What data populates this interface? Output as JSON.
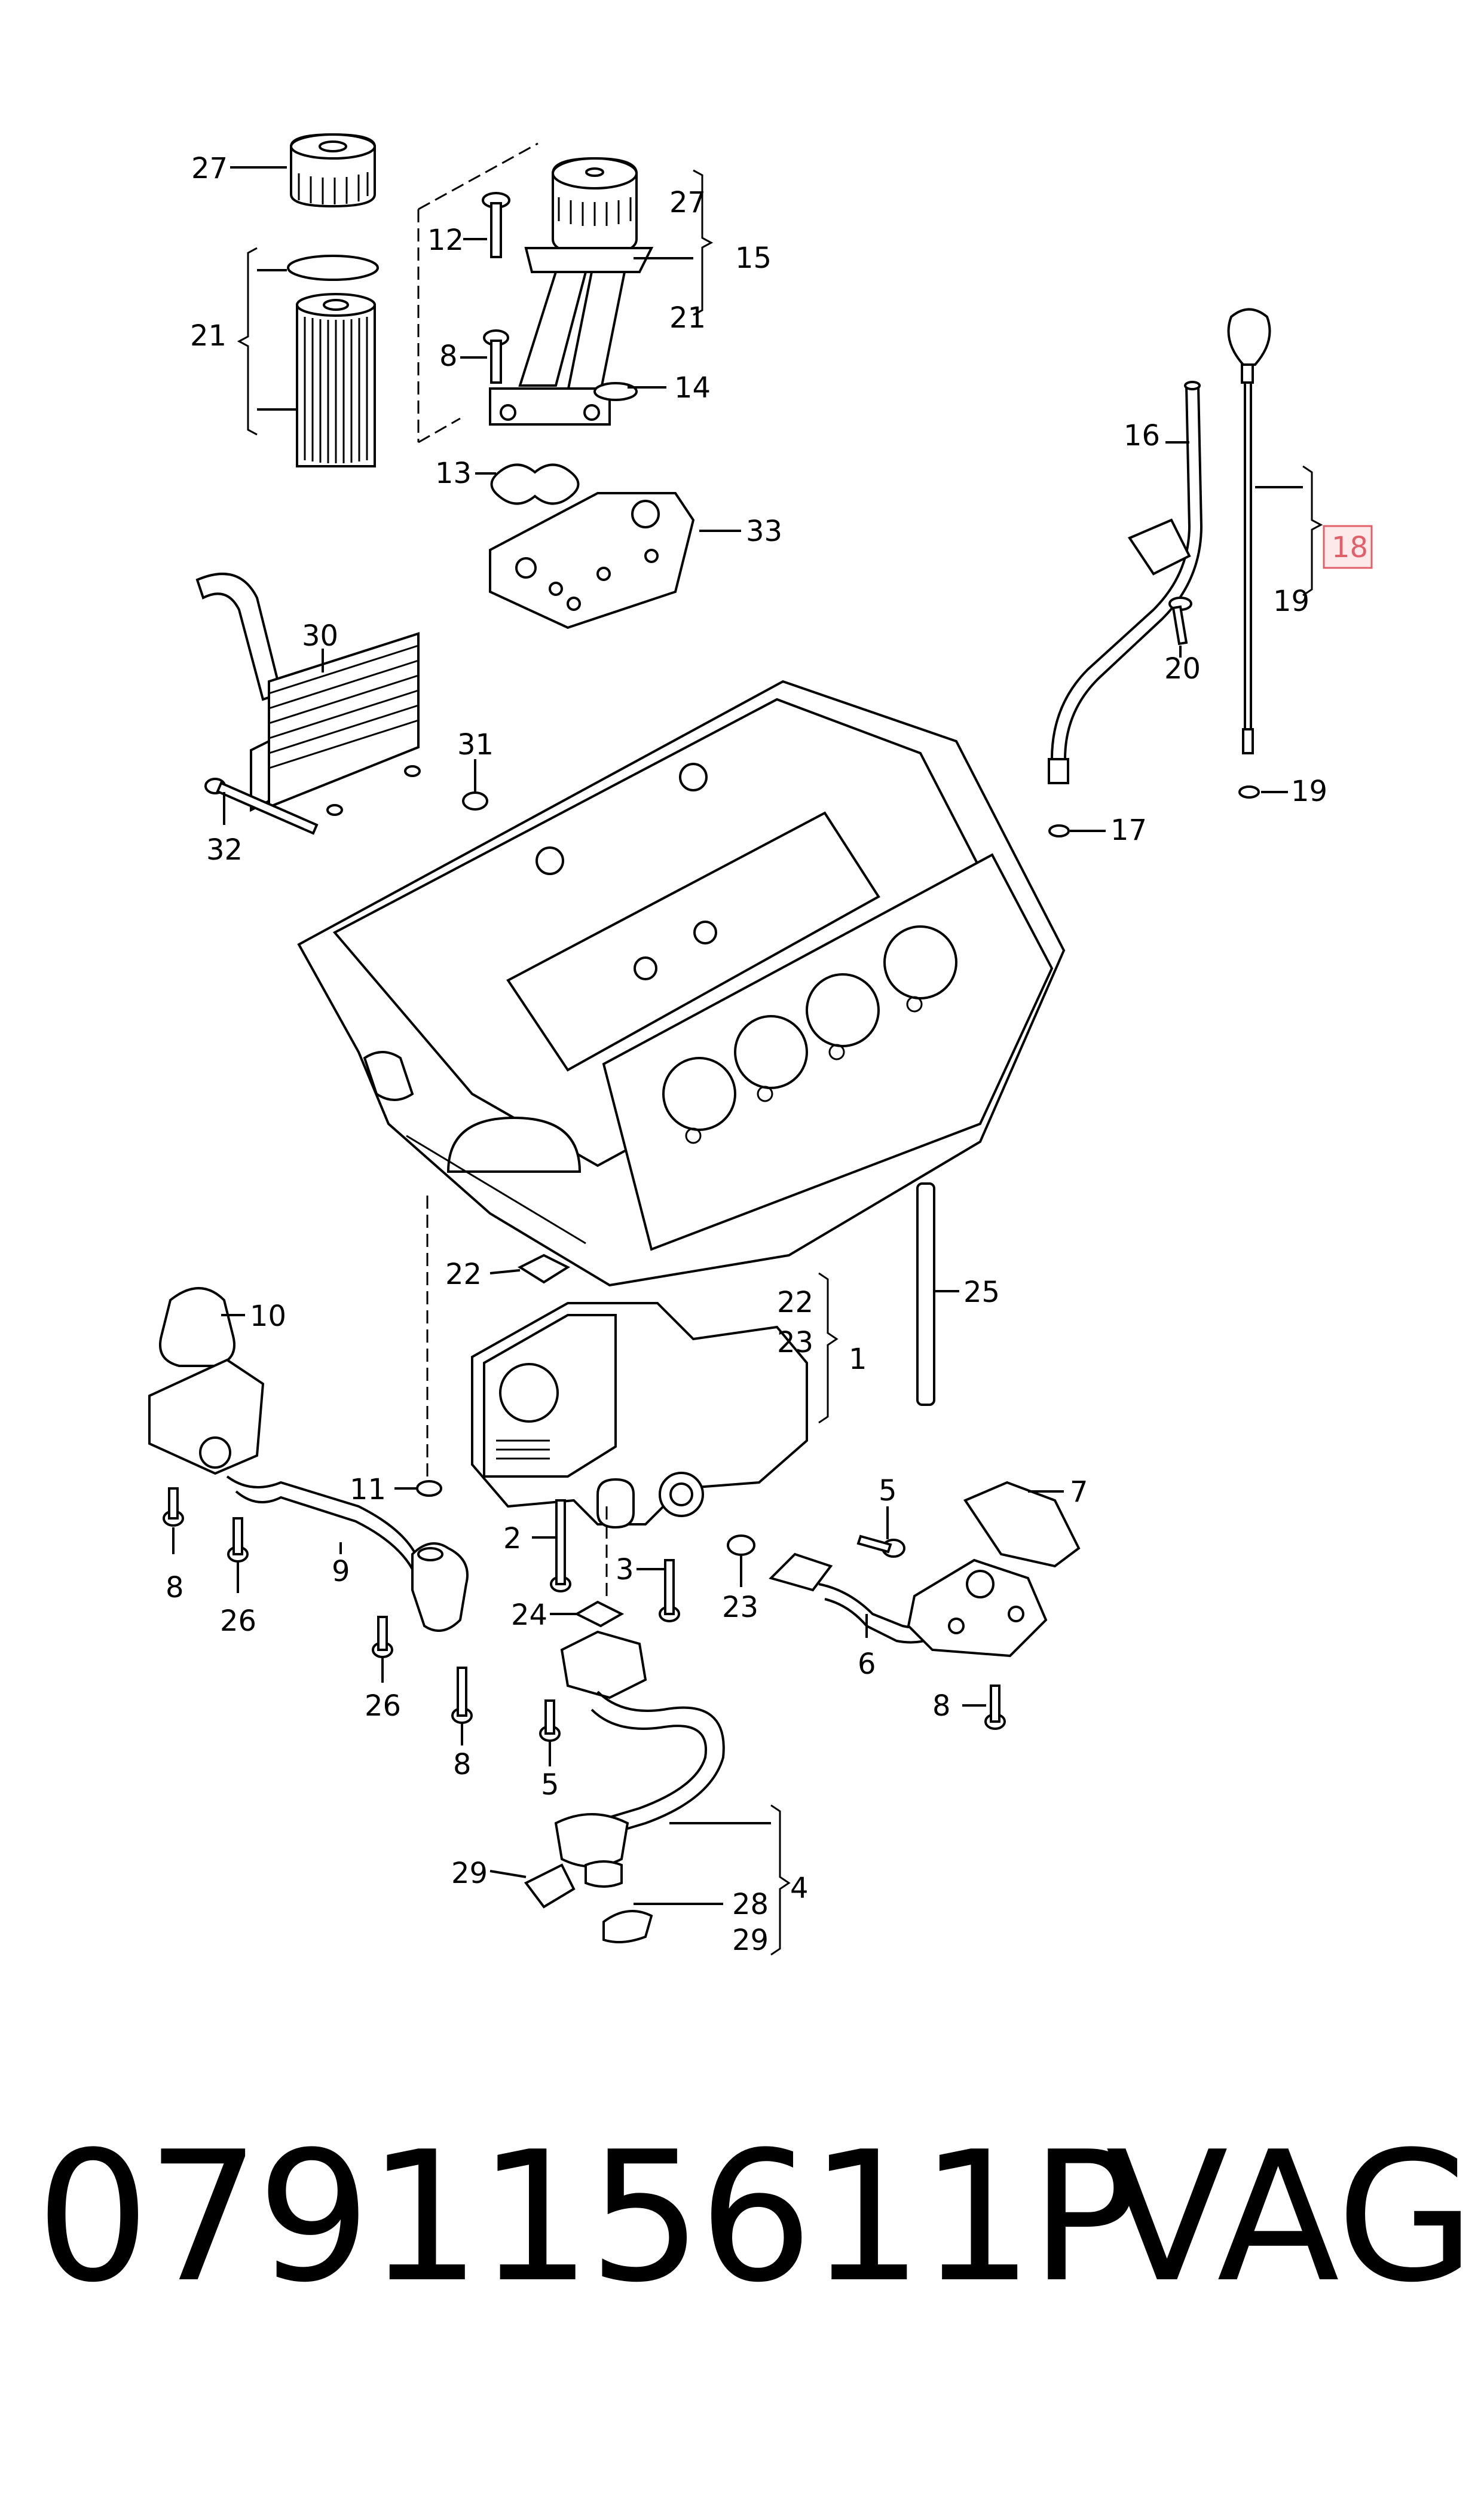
{
  "diagram": {
    "callouts": {
      "c27a": "27",
      "c12": "12",
      "c27b": "27",
      "c15": "15",
      "c21a": "21",
      "c21b": "21",
      "c8a": "8",
      "c14": "14",
      "c13": "13",
      "c33": "33",
      "c16": "16",
      "c18": "18",
      "c19a": "19",
      "c20": "20",
      "c19b": "19",
      "c17": "17",
      "c30": "30",
      "c31": "31",
      "c32": "32",
      "c22a": "22",
      "c22b": "22",
      "c23a": "23",
      "c1": "1",
      "c25": "25",
      "c10": "10",
      "c11": "11",
      "c5a": "5",
      "c7": "7",
      "c2": "2",
      "c3": "3",
      "c23b": "23",
      "c8b": "8",
      "c9": "9",
      "c26a": "26",
      "c24": "24",
      "c6": "6",
      "c8c": "8",
      "c26b": "26",
      "c8d": "8",
      "c5b": "5",
      "c29a": "29",
      "c28": "28",
      "c29b": "29",
      "c4": "4"
    },
    "highlight_color": "#e0606a",
    "highlight_fill": "#fde8ea"
  },
  "footer": {
    "part_number": "079115611P",
    "brand": "VAG"
  }
}
